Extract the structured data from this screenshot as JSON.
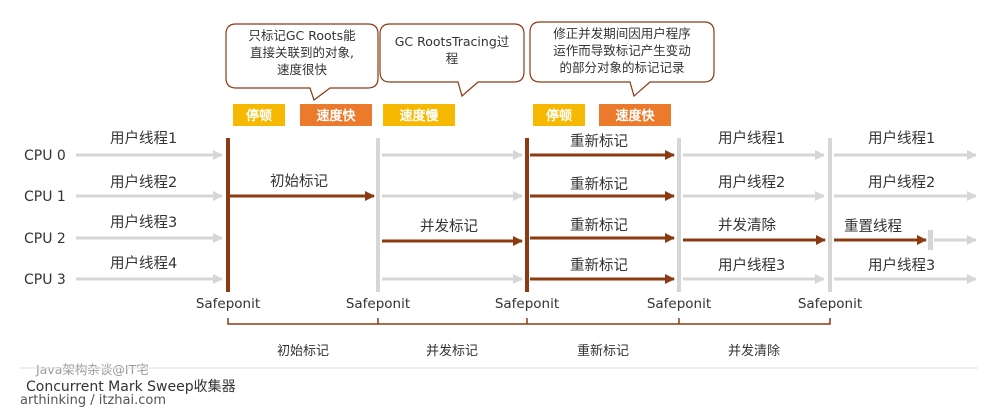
{
  "callouts": [
    "只标记GC Roots能\n直接关联到的对象,\n速度很快",
    "GC RootsTracing过\n程",
    "修正并发期间因用户程序\n运作而导致标记产生变动\n的部分对象的标记记录"
  ],
  "tags": {
    "pause": "停顿",
    "fast": "速度快",
    "slow": "速度慢"
  },
  "cpus": [
    "CPU 0",
    "CPU 1",
    "CPU 2",
    "CPU 3"
  ],
  "segments": {
    "user_threads": [
      "用户线程1",
      "用户线程2",
      "用户线程3",
      "用户线程4"
    ],
    "initial_mark": "初始标记",
    "concurrent_mark": "并发标记",
    "remark": "重新标记",
    "concurrent_sweep": "并发清除",
    "reset_threads": "重置线程",
    "seg4_user": [
      "用户线程1",
      "用户线程2",
      "用户线程3"
    ],
    "seg5_user": [
      "用户线程1",
      "用户线程2",
      "用户线程3"
    ]
  },
  "safepoint": "Safeponit",
  "phases": [
    "初始标记",
    "并发标记",
    "重新标记",
    "并发清除"
  ],
  "watermark": "Java架构杂谈@IT宅",
  "title": "Concurrent Mark Sweep收集器",
  "site": "arthinking / itzhai.com",
  "colors": {
    "brown": "#8b3a12",
    "gray": "#d6d6d6",
    "yellow": "#f6b800",
    "orange": "#ec7a2c",
    "callout_border": "#8b3a12"
  }
}
